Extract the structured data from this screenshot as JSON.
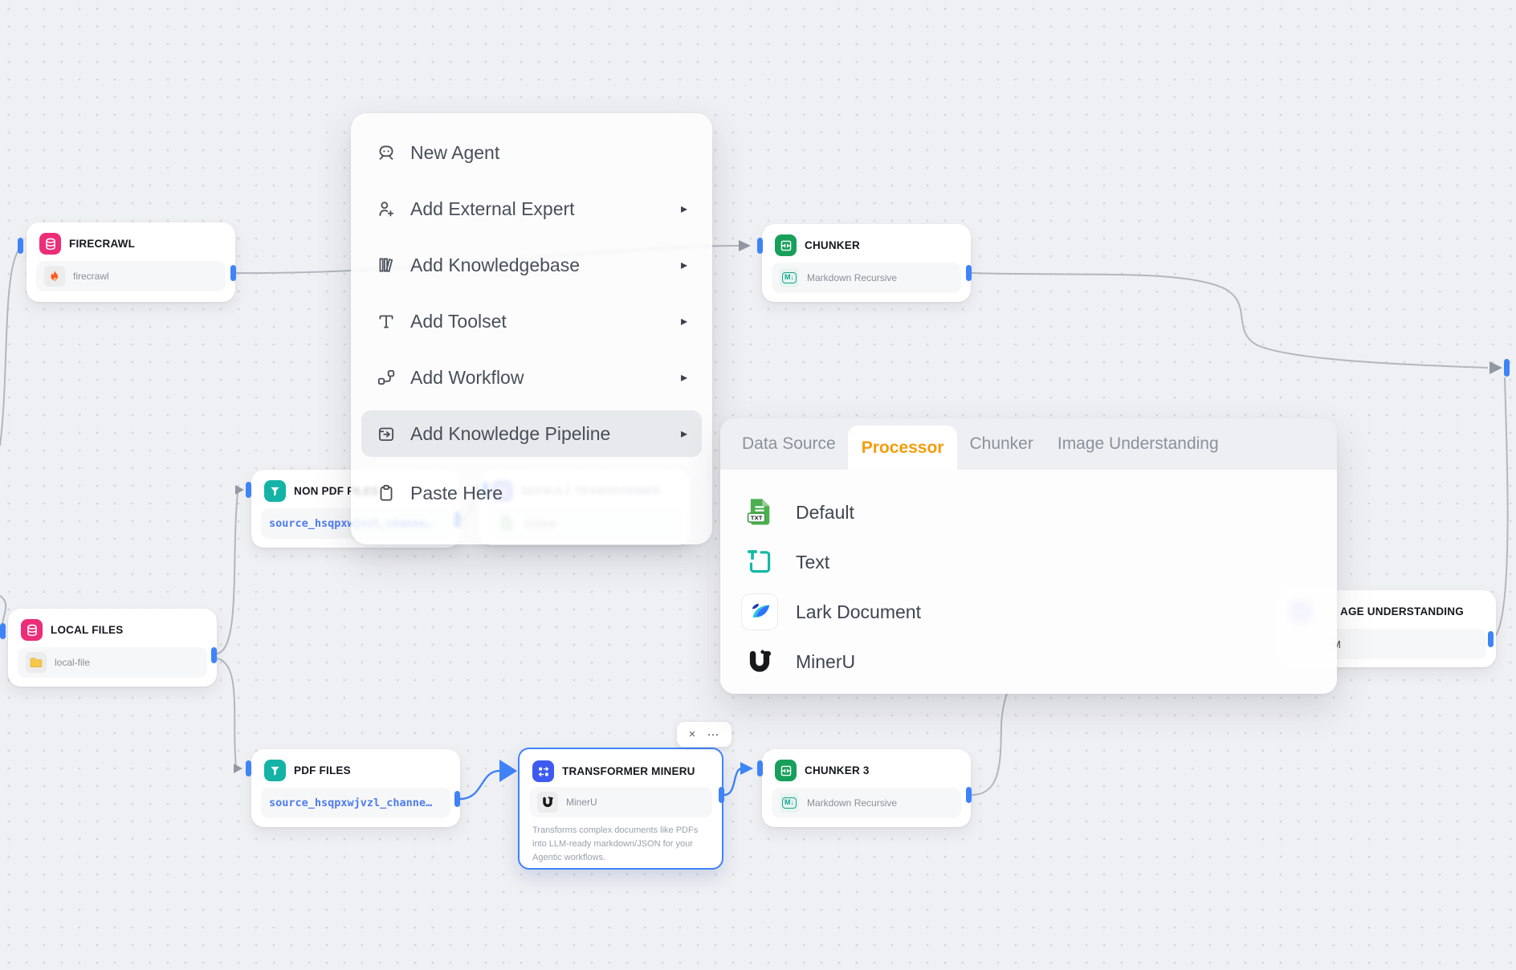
{
  "canvas": {
    "background": "#eff0f3",
    "dot_color": "#d6d8dd"
  },
  "colors": {
    "accent_blue": "#3F83F8",
    "node_pink": "#EC2D78",
    "node_green": "#18A05A",
    "node_teal": "#14B3A6",
    "node_royal_blue": "#3D5BF0",
    "tab_active_orange": "#F59C0B",
    "edge_gray": "#b3b6be",
    "mono_blue": "#4e7cf0"
  },
  "context_menu": {
    "submenu_arrow": "▸",
    "items": [
      {
        "label": "New Agent",
        "icon": "agent-icon",
        "submenu": false,
        "highlighted": false
      },
      {
        "label": "Add External Expert",
        "icon": "person-add-icon",
        "submenu": true,
        "highlighted": false
      },
      {
        "label": "Add Knowledgebase",
        "icon": "knowledgebase-icon",
        "submenu": true,
        "highlighted": false
      },
      {
        "label": "Add Toolset",
        "icon": "toolset-icon",
        "submenu": true,
        "highlighted": false
      },
      {
        "label": "Add Workflow",
        "icon": "workflow-icon",
        "submenu": true,
        "highlighted": false
      },
      {
        "label": "Add Knowledge Pipeline",
        "icon": "knowledge-pipeline-icon",
        "submenu": true,
        "highlighted": true
      },
      {
        "label": "Paste Here",
        "icon": "clipboard-icon",
        "submenu": false,
        "highlighted": false
      }
    ]
  },
  "picker_panel": {
    "tabs": [
      {
        "label": "Data Source",
        "active": false
      },
      {
        "label": "Processor",
        "active": true
      },
      {
        "label": "Chunker",
        "active": false
      },
      {
        "label": "Image Understanding",
        "active": false
      }
    ],
    "items": [
      {
        "label": "Default",
        "icon": "txt-file-icon"
      },
      {
        "label": "Text",
        "icon": "text-extract-icon"
      },
      {
        "label": "Lark Document",
        "icon": "lark-icon"
      },
      {
        "label": "MinerU",
        "icon": "mineru-icon"
      }
    ]
  },
  "nodes": {
    "firecrawl": {
      "title": "FIRECRAWL",
      "body_label": "firecrawl"
    },
    "chunker": {
      "title": "CHUNKER",
      "body_label": "Markdown Recursive"
    },
    "non_pdf_files": {
      "title": "NON PDF FILES",
      "body_label": "source_hsqpxwjvzl_channe…"
    },
    "default_transformer": {
      "title": "DEFAULT TRANSFORMER",
      "body_label": "Default"
    },
    "local_files": {
      "title": "LOCAL FILES",
      "body_label": "local-file"
    },
    "pdf_files": {
      "title": "PDF FILES",
      "body_label": "source_hsqpxwjvzl_channe…"
    },
    "transformer_mineru": {
      "title": "TRANSFORMER MINERU",
      "body_label": "MinerU",
      "description": "Transforms complex documents like PDFs into LLM-ready markdown/JSON for your Agentic workflows."
    },
    "chunker_3": {
      "title": "CHUNKER 3",
      "body_label": "Markdown Recursive"
    },
    "image_understanding": {
      "title": "AGE UNDERSTANDING",
      "body_label": "M"
    }
  },
  "node_toolbar": {
    "close": "×",
    "more": "···"
  },
  "icons": {
    "txt_badge": "TXT",
    "markdown_glyph": "M↓"
  }
}
